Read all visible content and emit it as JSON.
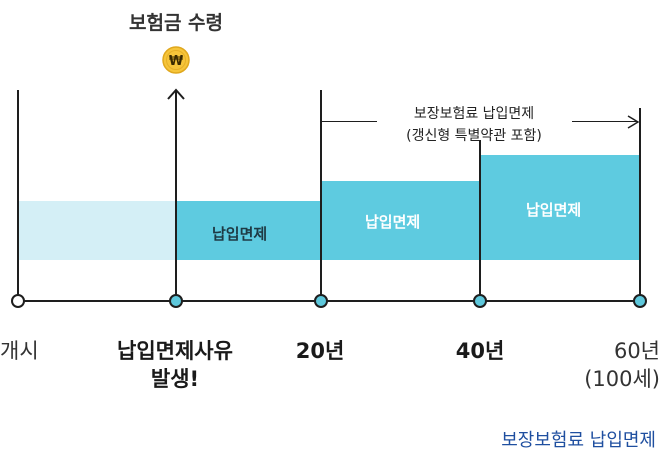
{
  "top_event": {
    "label": "보험금 수령",
    "icon": "won-coin-icon"
  },
  "premium_exemption_range": {
    "line1": "보장보험료 납입면제",
    "line2": "(갱신형 특별약관 포함)"
  },
  "bands": [
    {
      "label": ""
    },
    {
      "label": "납입면제"
    },
    {
      "label": "납입면제"
    },
    {
      "label": "납입면제"
    }
  ],
  "timeline": [
    {
      "label": "개시"
    },
    {
      "label": "납입면제사유",
      "label2": "발생!"
    },
    {
      "label": "20년"
    },
    {
      "label": "40년"
    },
    {
      "label": "60년",
      "label2": "(100세)"
    }
  ],
  "legend": {
    "label": "보장보험료 납입면제"
  },
  "colors": {
    "light_band": "#d4eff6",
    "band": "#5ecbe0",
    "node_fill": "#5ec8dc",
    "legend_text": "#1f4fa0"
  }
}
